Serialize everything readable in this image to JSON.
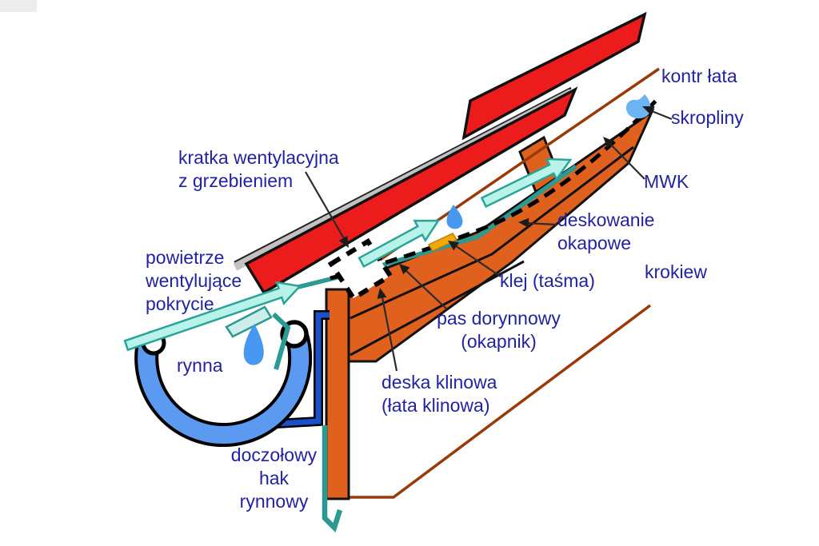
{
  "diagram": {
    "type": "roof-eaves-construction-detail",
    "labels": {
      "kontr_lata": "kontr łata",
      "skropliny": "skropliny",
      "mwk": "MWK",
      "deskowanie_okapowe": "deskowanie\nokapowe",
      "krokiew": "krokiew",
      "klej_tasma": "klej (taśma)",
      "pas_dorynnowy": "pas dorynnowy\n(okapnik)",
      "deska_klinowa": "deska klinowa\n(łata klinowa)",
      "rynna": "rynna",
      "doczolowy_hak_rynnowy": "doczołowy\nhak\nrynnowy",
      "kratka_wentylacyjna": "kratka wentylacyjna\nz grzebieniem",
      "powietrze_wentylujace": "powietrze\nwentylujące\npokrycie"
    },
    "colors": {
      "label_text": "#2222a2",
      "tile_red": "#ed1c1c",
      "wood_orange": "#e0601e",
      "outline_brown": "#993a08",
      "metal_teal": "#2a9a92",
      "air_arrow_fill": "#b9f2e8",
      "gutter_blue": "#5b9af0",
      "bracket_blue": "#1b50c8",
      "water_blue": "#4698f0",
      "tape_yellow": "#f0a80a",
      "batten_grey": "#c2c2c2",
      "membrane_black": "#000000"
    }
  }
}
